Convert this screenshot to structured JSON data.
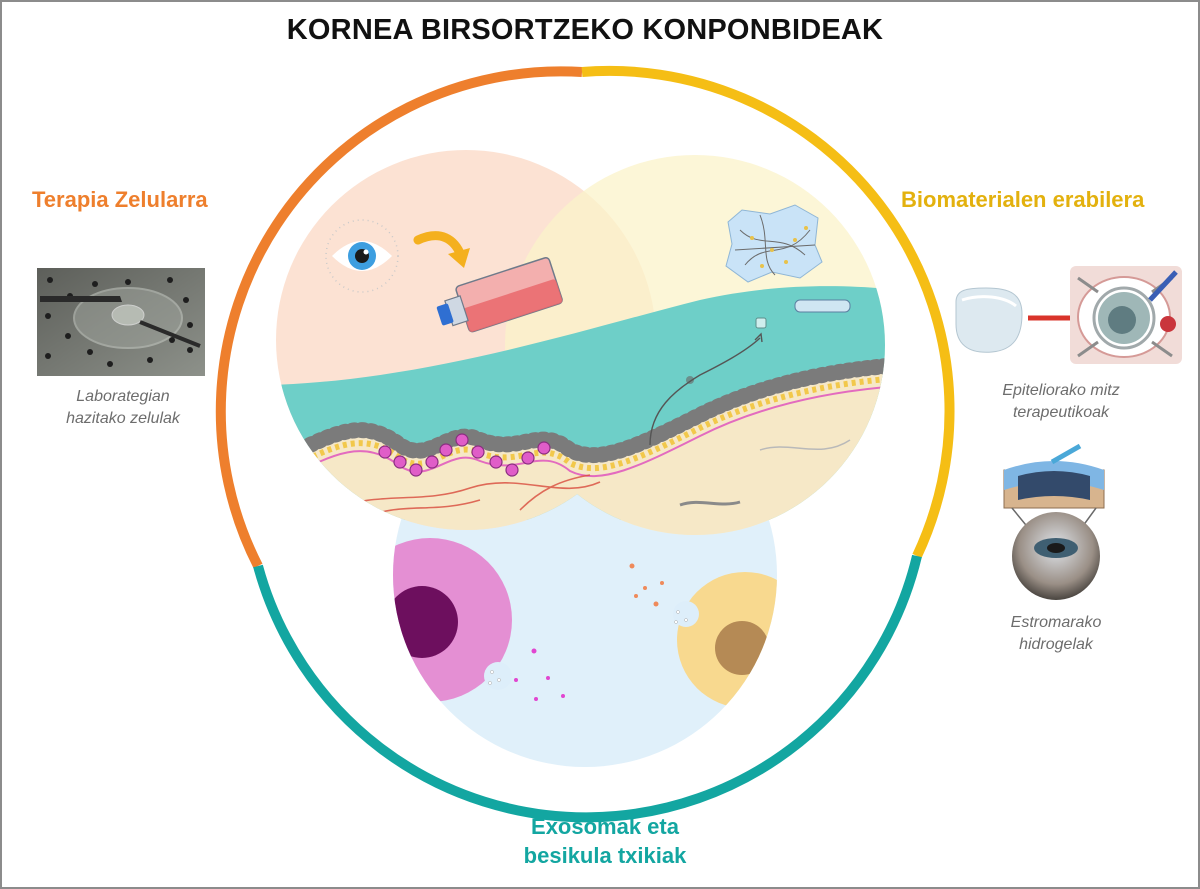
{
  "title": "KORNEA BIRSORTZEKO KONPONBIDEAK",
  "sections": {
    "cell_therapy": {
      "heading": "Terapia Zelularra",
      "caption_line1": "Laborategian",
      "caption_line2": "hazitako zelulak",
      "color": "#EE7F2D"
    },
    "biomaterials": {
      "heading": "Biomaterialen erabilera",
      "caption1_line1": "Epiteliorako mitz",
      "caption1_line2": "terapeutikoak",
      "caption2_line1": "Estromarako",
      "caption2_line2": "hidrogelak",
      "color": "#F5BE15"
    },
    "exosomes": {
      "heading_line1": "Exosomak eta",
      "heading_line2": "besikula txikiak",
      "color": "#13A6A1"
    }
  },
  "icons": [
    "eye-icon",
    "arrow-icon",
    "culture-flask-icon",
    "fiber-mesh-icon",
    "petri-dish-photo",
    "contact-lens-icon",
    "eye-surgery-photo",
    "hydrogel-eye-diagram"
  ]
}
